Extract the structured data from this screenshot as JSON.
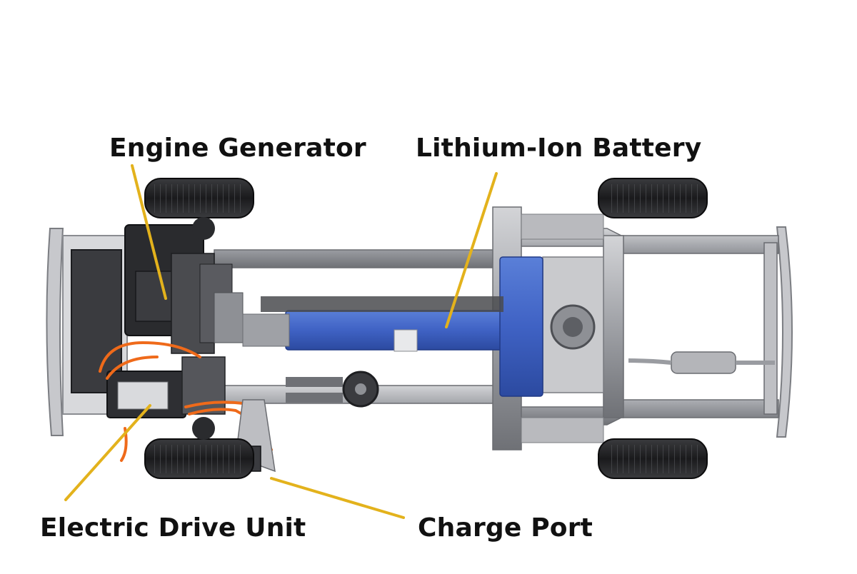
{
  "labels": {
    "engine_generator": "Engine Generator",
    "lithium_ion_battery": "Lithium-Ion Battery",
    "electric_drive_unit": "Electric Drive Unit",
    "charge_port": "Charge Port"
  },
  "colors": {
    "leader_line": "#e3b21c",
    "battery": "#3f62c4",
    "frame": "#a9aaae",
    "tire": "#1c1c1e",
    "engine": "#2a2b2e",
    "cable": "#ef6a1a",
    "background": "#ffffff",
    "label_text": "#111111"
  }
}
